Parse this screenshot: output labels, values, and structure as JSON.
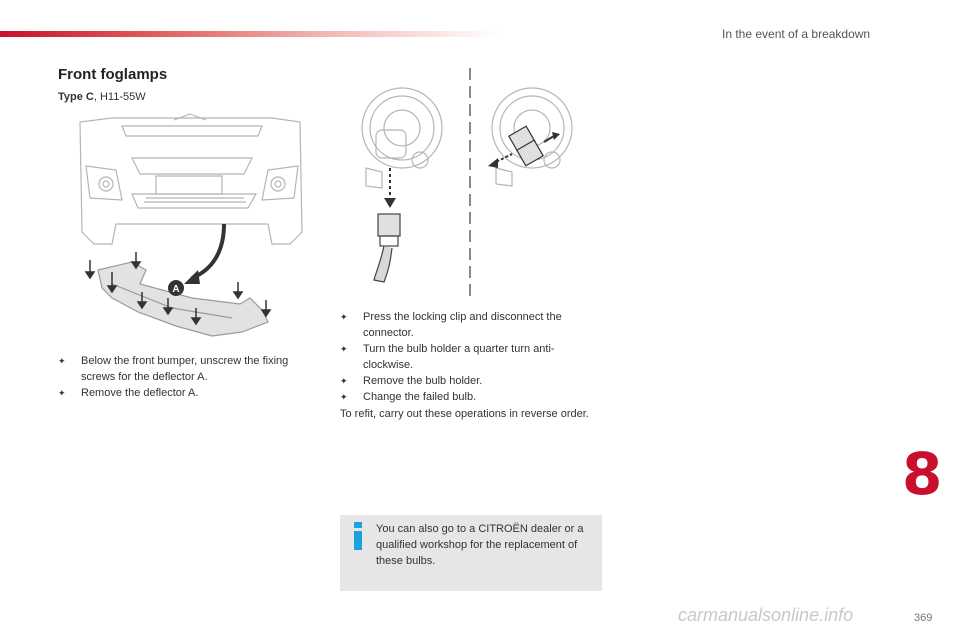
{
  "header": {
    "chapter_title": "In the event of a breakdown",
    "accent_color": "#c8102e"
  },
  "section": {
    "title": "Front foglamps",
    "type_label": "Type C",
    "type_spec": ", H11-55W"
  },
  "figures": {
    "bumper_callout": "A"
  },
  "steps_left": [
    "Below the front bumper, unscrew the fixing screws for the deflector A.",
    "Remove the deflector A."
  ],
  "steps_right": [
    "Press the locking clip and disconnect the connector.",
    "Turn the bulb holder a quarter turn anti-clockwise.",
    "Remove the bulb holder.",
    "Change the failed bulb."
  ],
  "refit_text": "To refit, carry out these operations in reverse order.",
  "info": {
    "icon": "info-icon",
    "text": "You can also go to a CITROËN dealer or a qualified workshop for the replacement of these bulbs."
  },
  "footer": {
    "chapter_number": "8",
    "page_number": "369",
    "watermark": "carmanualsonline.info"
  },
  "bullet_glyph": "✦"
}
